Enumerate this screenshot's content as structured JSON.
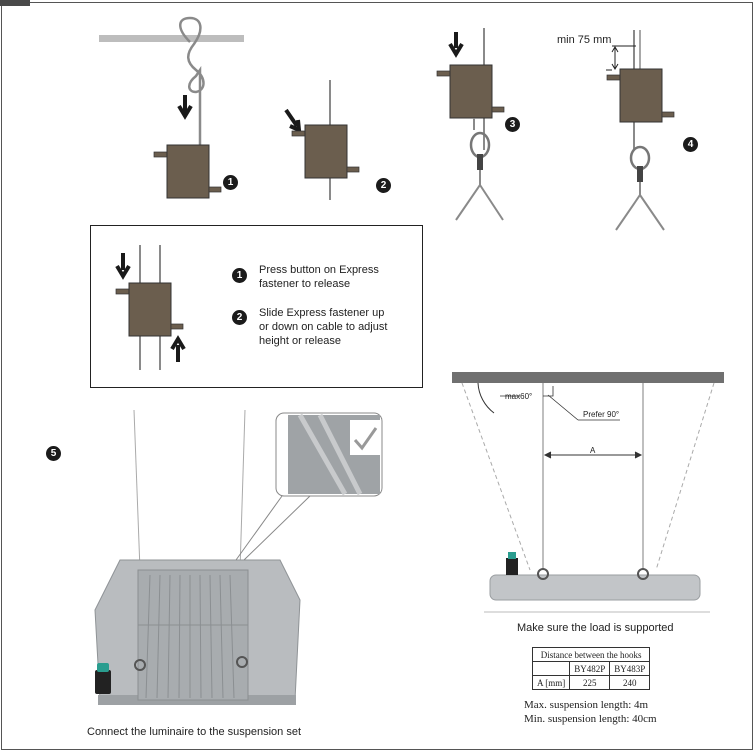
{
  "steps": {
    "badge1": "1",
    "badge2": "2",
    "badge3": "3",
    "badge4": "4",
    "badge5": "5"
  },
  "min_distance_label": "min 75 mm",
  "legend": {
    "item1_number": "1",
    "item1_text_line1": "Press button on Express",
    "item1_text_line2": "fastener to release",
    "item2_number": "2",
    "item2_text_line1": "Slide Express fastener up",
    "item2_text_line2": "or down on cable to adjust",
    "item2_text_line3": "height or release"
  },
  "diagram": {
    "max_angle_label": "max60°",
    "prefer_label": "Prefer 90°",
    "distance_label": "A",
    "caption": "Make sure the load is supported"
  },
  "luminaire_caption": "Connect the luminaire to the suspension set",
  "hook_table": {
    "header": "Distance between the hooks",
    "col1": "BY482P",
    "col2": "BY483P",
    "row_label": "A [mm]",
    "val1": "225",
    "val2": "240"
  },
  "suspension_notes": {
    "max": "Max. suspension length: 4m",
    "min": "Min. suspension length: 40cm"
  },
  "colors": {
    "fastener": "#6b5e4e",
    "fastener_dark": "#3d342b",
    "cable": "#888888",
    "ceiling": "#707070",
    "luminaire": "#b9bcbf"
  }
}
